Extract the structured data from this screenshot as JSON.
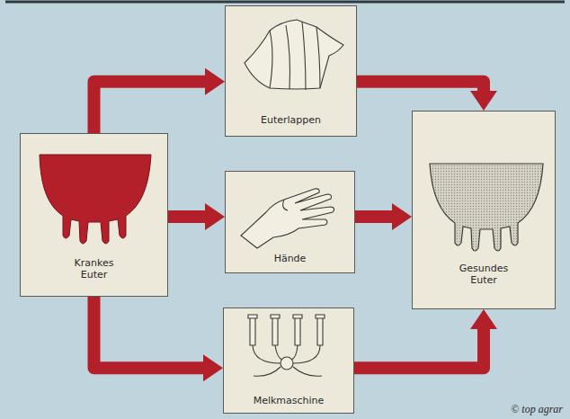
{
  "diagram": {
    "nodes": [
      {
        "text": [
          "Krankes Euter"
        ]
      },
      {
        "text": [
          "Euterlappen"
        ]
      },
      {
        "text": [
          "Hände"
        ]
      },
      {
        "text": [
          "Melkmaschine"
        ]
      },
      {
        "text": [
          "Gesundes Euter"
        ]
      }
    ],
    "edges": [
      {
        "from": 0,
        "to": 1,
        "arrow": "to"
      },
      {
        "from": 0,
        "to": 2,
        "arrow": "to"
      },
      {
        "from": 0,
        "to": 3,
        "arrow": "to"
      },
      {
        "from": 1,
        "to": 4,
        "arrow": "to"
      },
      {
        "from": 2,
        "to": 4,
        "arrow": "to"
      },
      {
        "from": 3,
        "to": 4,
        "arrow": "to"
      }
    ],
    "labels": [
      "© top agrar"
    ]
  }
}
